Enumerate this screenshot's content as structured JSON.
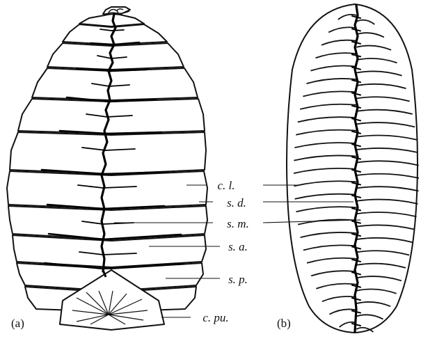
{
  "figure": {
    "panel_a_label": "(a)",
    "panel_b_label": "(b)",
    "labels": [
      {
        "id": "cl",
        "text": "c. l."
      },
      {
        "id": "sd",
        "text": "s. d."
      },
      {
        "id": "sm",
        "text": "s. m."
      },
      {
        "id": "sa",
        "text": "s. a."
      },
      {
        "id": "sp",
        "text": "s. p."
      },
      {
        "id": "cpu",
        "text": "c. pu."
      }
    ],
    "colors": {
      "ink": "#111111",
      "background": "#ffffff"
    }
  }
}
